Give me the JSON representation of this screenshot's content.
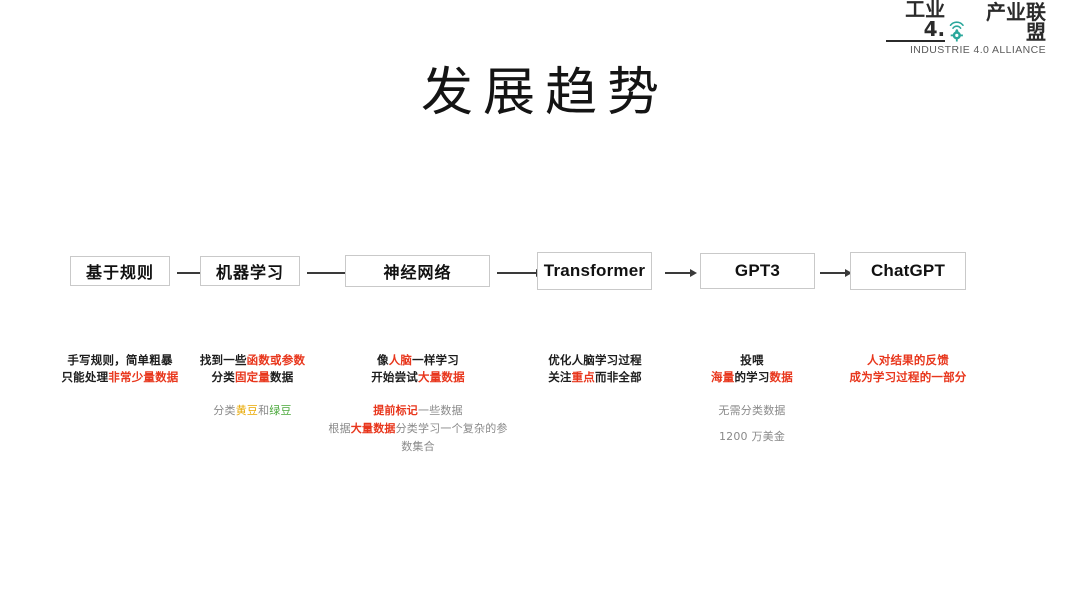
{
  "slide": {
    "title": "发展趋势",
    "background": "#ffffff"
  },
  "logo": {
    "cn_left": "工业4.",
    "cn_right": "产业联盟",
    "en": "INDUSTRIE 4.0 ALLIANCE",
    "mark_icon": "wifi-gear-icon",
    "mark_color": "#2aa79b"
  },
  "colors": {
    "accent_red": "#e8361c",
    "accent_yellow": "#e8a800",
    "accent_green": "#49a83a",
    "gray_text": "#8a8a8a",
    "box_border": "#c9c9c9",
    "text": "#1d1d1d"
  },
  "flow": {
    "boxes": [
      {
        "label": "基于规则",
        "lang": "cn"
      },
      {
        "label": "机器学习",
        "lang": "cn"
      },
      {
        "label": "神经网络",
        "lang": "cn"
      },
      {
        "label": "Transformer",
        "lang": "en"
      },
      {
        "label": "GPT3",
        "lang": "en"
      },
      {
        "label": "ChatGPT",
        "lang": "en"
      }
    ],
    "arrow_count": 5,
    "arrow_icon": "arrow-right-icon"
  },
  "annotations": [
    {
      "primary_line1": {
        "plain": "手写规则，简单粗暴"
      },
      "primary_line2": {
        "pre": "只能处理",
        "red": "非常少量数据",
        "post": ""
      },
      "secondary": []
    },
    {
      "primary_line1": {
        "pre": "找到一些",
        "red": "函数或参数",
        "post": ""
      },
      "primary_line2": {
        "pre": "分类",
        "red": "固定量",
        "post": "数据"
      },
      "secondary": [
        {
          "pre": "分类",
          "yellow": "黄豆",
          "mid": "和",
          "green": "绿豆"
        }
      ]
    },
    {
      "primary_line1": {
        "pre": "像",
        "red": "人脑",
        "post": "一样学习"
      },
      "primary_line2": {
        "pre": "开始尝试",
        "red": "大量数据",
        "post": ""
      },
      "secondary": [
        {
          "red": "提前标记",
          "post": "一些数据"
        },
        {
          "pre": "根据",
          "red": "大量数据",
          "post": "分类学习一个复杂的参"
        },
        {
          "plain": "数集合"
        }
      ]
    },
    {
      "primary_line1": {
        "plain": "优化人脑学习过程"
      },
      "primary_line2": {
        "pre": "关注",
        "red": "重点",
        "post": "而非全部"
      },
      "secondary": []
    },
    {
      "primary_line1": {
        "plain": "投喂"
      },
      "primary_line2": {
        "red": "海量",
        "mid": "的学习",
        "red2": "数据"
      },
      "secondary": [
        {
          "plain": "无需分类数据"
        },
        {
          "plain": "1200 万美金"
        }
      ]
    },
    {
      "primary_line1": {
        "all_red": "人对结果的反馈"
      },
      "primary_line2": {
        "all_red": "成为学习过程的一部分"
      },
      "secondary": []
    }
  ]
}
